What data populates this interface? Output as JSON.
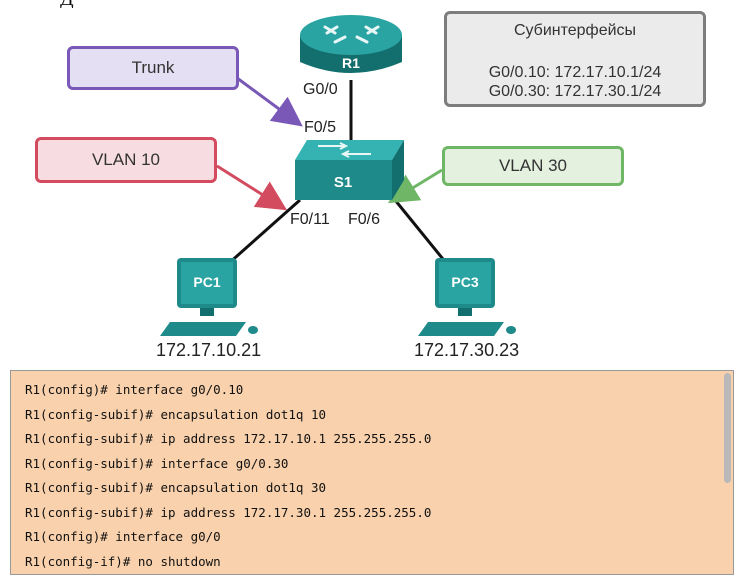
{
  "header_cutoff": "Д",
  "callouts": {
    "trunk": "Trunk",
    "vlan10": "VLAN 10",
    "vlan30": "VLAN 30"
  },
  "subinterfaces": {
    "title": "Субинтерфейсы",
    "lines": [
      "G0/0.10: 172.17.10.1/24",
      "G0/0.30: 172.17.30.1/24"
    ]
  },
  "devices": {
    "router": "R1",
    "switch": "S1",
    "pc1": "PC1",
    "pc3": "PC3"
  },
  "ports": {
    "r1_g0": "G0/0",
    "s1_f05": "F0/5",
    "s1_f011": "F0/11",
    "s1_f06": "F0/6"
  },
  "ips": {
    "pc1": "172.17.10.21",
    "pc3": "172.17.30.23"
  },
  "colors": {
    "device_teal": "#1f8a8a",
    "trunk_border": "#7a58b8",
    "vlan10_border": "#d24b5f",
    "vlan30_border": "#6fb766",
    "console_bg": "#f9d2ad"
  },
  "console": {
    "lines": [
      "R1(config)# interface g0/0.10",
      "R1(config-subif)# encapsulation dot1q 10",
      "R1(config-subif)# ip address 172.17.10.1 255.255.255.0",
      "R1(config-subif)# interface g0/0.30",
      "R1(config-subif)# encapsulation dot1q 30",
      "R1(config-subif)# ip address 172.17.30.1 255.255.255.0",
      "R1(config)# interface g0/0",
      "R1(config-if)# no shutdown"
    ]
  }
}
